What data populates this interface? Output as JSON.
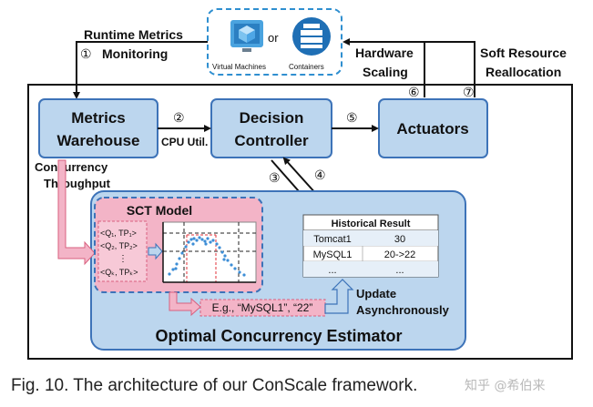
{
  "top_labels": {
    "runtime_metrics_1": "Runtime Metrics",
    "runtime_metrics_2": "Monitoring",
    "step1": "①",
    "hardware_1": "Hardware",
    "hardware_2": "Scaling",
    "soft_1": "Soft Resource",
    "soft_2": "Reallocation"
  },
  "cloud": {
    "or": "or",
    "vm_label": "Virtual Machines",
    "containers_label": "Containers"
  },
  "nodes": {
    "metrics_1": "Metrics",
    "metrics_2": "Warehouse",
    "decision_1": "Decision",
    "decision_2": "Controller",
    "actuators": "Actuators"
  },
  "edges": {
    "step2": "②",
    "cpu_util": "CPU Util.",
    "step3": "③",
    "step4": "④",
    "step5": "⑤",
    "step6": "⑥",
    "step7": "⑦",
    "concurrency": "Concurrency",
    "throughput": "Throughput"
  },
  "estimator": {
    "title": "Optimal Concurrency Estimator",
    "sct_title": "SCT Model",
    "pair1": "<Q₁, TP₁>",
    "pair2": "<Q₂, TP₂>",
    "pair_dots": "⋮",
    "pairk": "<Qₖ, TPₖ>",
    "example": "E.g., “MySQL1”, “22”",
    "update_1": "Update",
    "update_2": "Asynchronously"
  },
  "historical": {
    "title": "Historical Result",
    "rows": [
      {
        "name": "Tomcat1",
        "value": "30"
      },
      {
        "name": "MySQL1",
        "value": "20->22"
      },
      {
        "name": "...",
        "value": "..."
      }
    ]
  },
  "colors": {
    "node_fill": "#bcd6ee",
    "node_stroke": "#3d73b8",
    "estimator_fill": "#bcd6ee",
    "pink": "#f3b4c7",
    "pink_stroke": "#d9607f",
    "cloud_stroke": "#2f8fd0"
  },
  "caption": "Fig. 10. The architecture of our ConScale framework.",
  "watermark": "知乎 @希伯来"
}
